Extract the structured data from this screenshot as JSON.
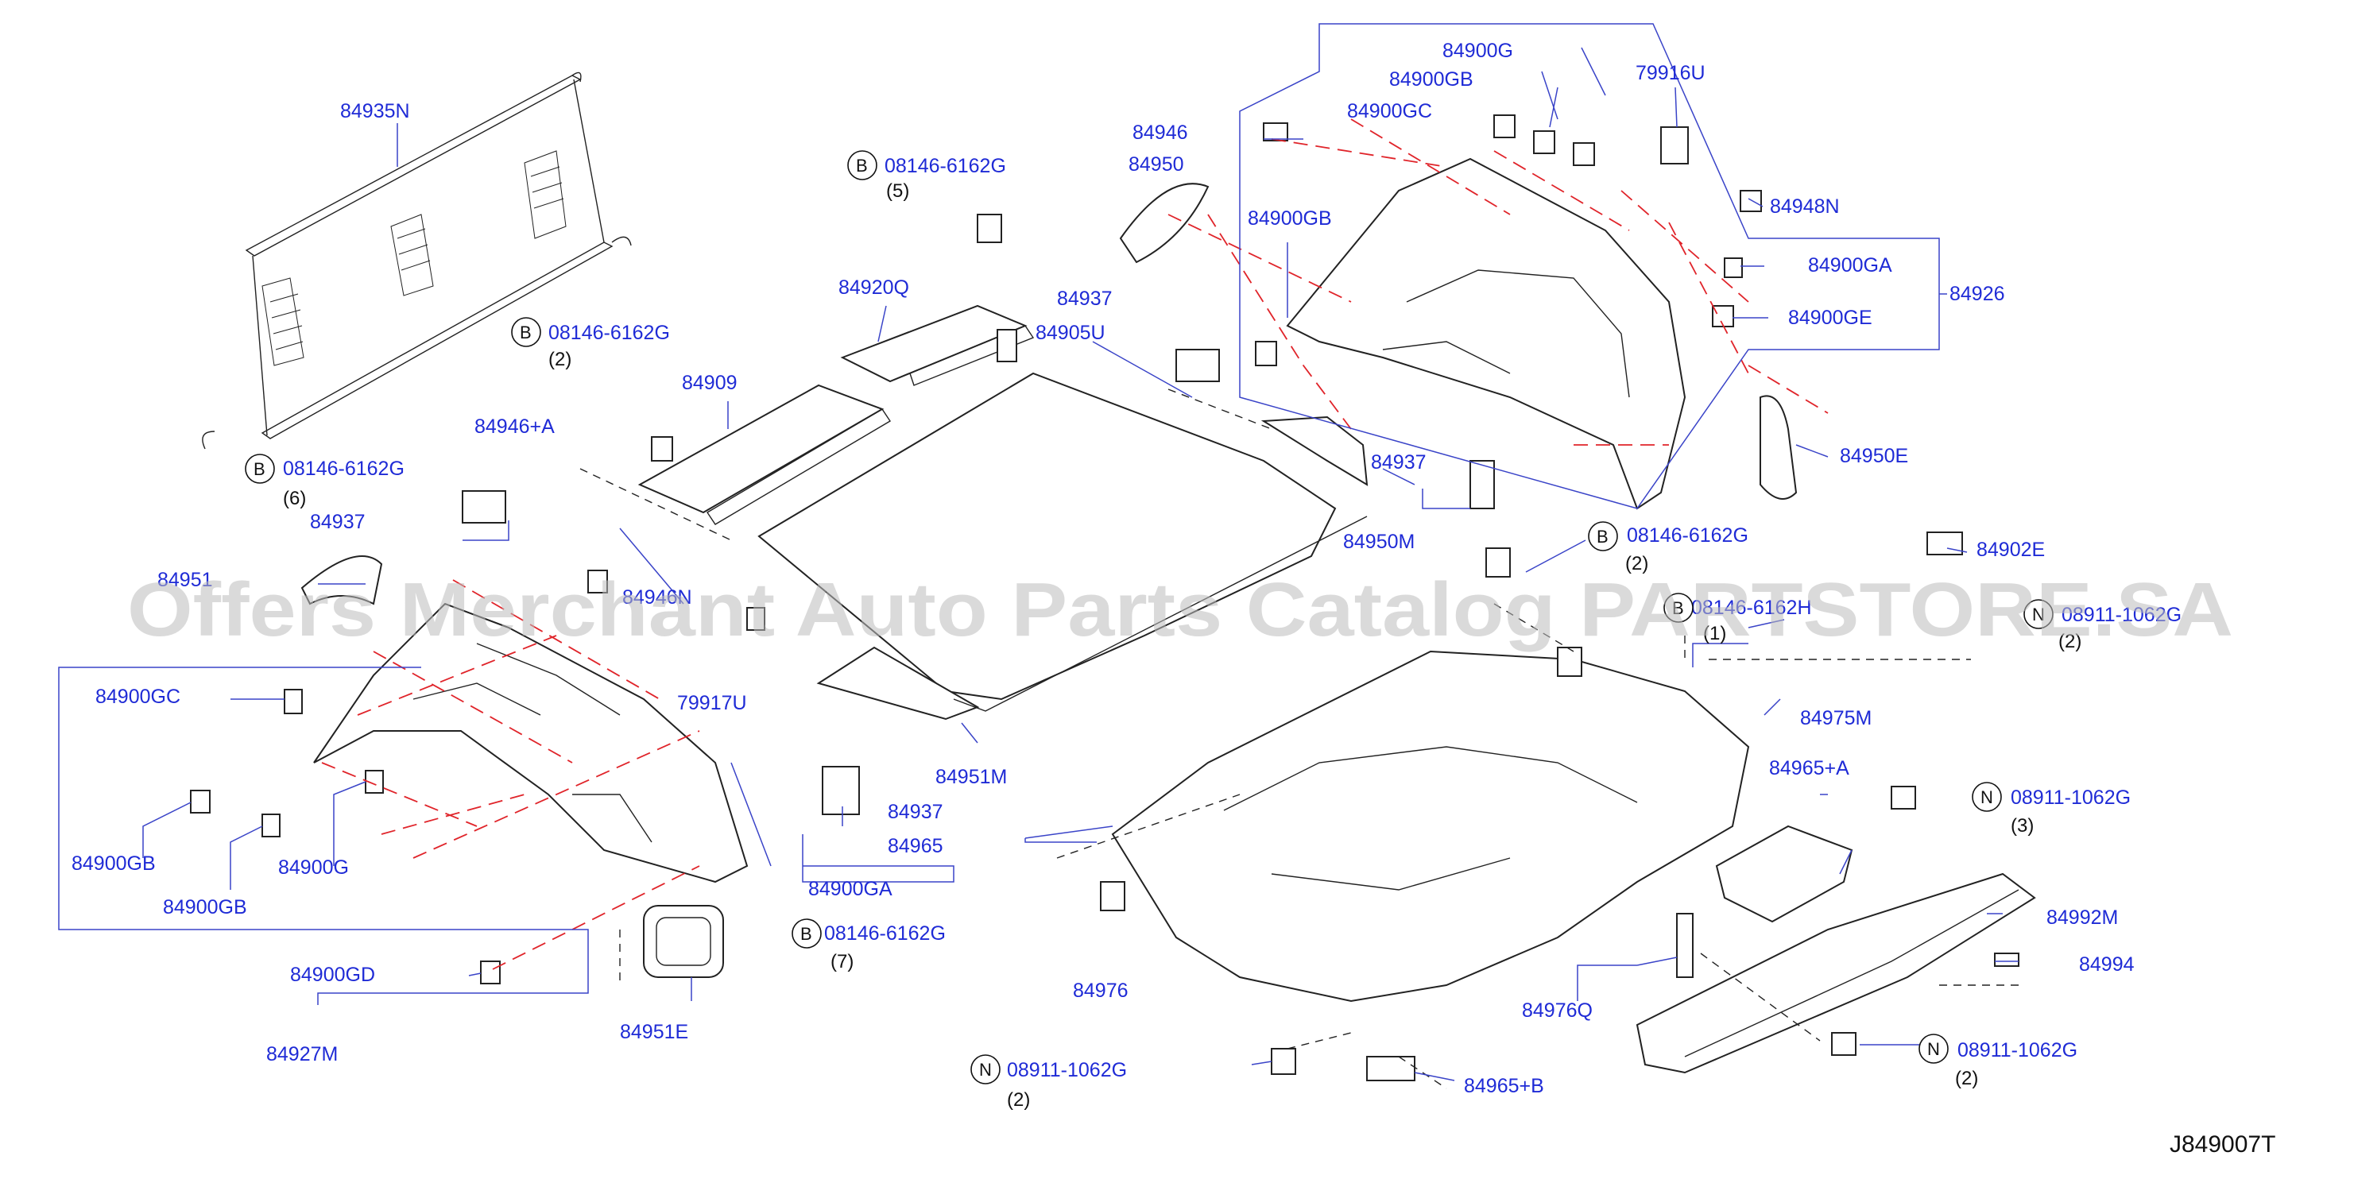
{
  "part_labels": [
    {
      "id": "p1",
      "text": "84935N"
    },
    {
      "id": "p2",
      "text": "08146-6162G"
    },
    {
      "id": "p3",
      "text": "84920Q"
    },
    {
      "id": "p4",
      "text": "08146-6162G"
    },
    {
      "id": "p5",
      "text": "84909"
    },
    {
      "id": "p6",
      "text": "84946+A"
    },
    {
      "id": "p7",
      "text": "08146-6162G"
    },
    {
      "id": "p8",
      "text": "84937"
    },
    {
      "id": "p9",
      "text": "84951"
    },
    {
      "id": "p10",
      "text": "84946N"
    },
    {
      "id": "p11",
      "text": "84900GC"
    },
    {
      "id": "p12",
      "text": "79917U"
    },
    {
      "id": "p13",
      "text": "84900GB"
    },
    {
      "id": "p14",
      "text": "84900G"
    },
    {
      "id": "p15",
      "text": "84900GB"
    },
    {
      "id": "p16",
      "text": "84900GD"
    },
    {
      "id": "p17",
      "text": "84927M"
    },
    {
      "id": "p18",
      "text": "84951E"
    },
    {
      "id": "p19",
      "text": "84937"
    },
    {
      "id": "p20",
      "text": "84965"
    },
    {
      "id": "p21",
      "text": "84900GA"
    },
    {
      "id": "p22",
      "text": "08146-6162G"
    },
    {
      "id": "p23",
      "text": "84951M"
    },
    {
      "id": "p24",
      "text": "84976"
    },
    {
      "id": "p25",
      "text": "08911-1062G"
    },
    {
      "id": "p26",
      "text": "84965+B"
    },
    {
      "id": "p27",
      "text": "84905U"
    },
    {
      "id": "p28",
      "text": "84937"
    },
    {
      "id": "p29",
      "text": "84946"
    },
    {
      "id": "p30",
      "text": "84950"
    },
    {
      "id": "p31",
      "text": "84900GB"
    },
    {
      "id": "p32",
      "text": "84900G"
    },
    {
      "id": "p33",
      "text": "84900GB"
    },
    {
      "id": "p34",
      "text": "84900GC"
    },
    {
      "id": "p35",
      "text": "79916U"
    },
    {
      "id": "p36",
      "text": "84948N"
    },
    {
      "id": "p37",
      "text": "84900GA"
    },
    {
      "id": "p38",
      "text": "84900GE"
    },
    {
      "id": "p39",
      "text": "84926"
    },
    {
      "id": "p40",
      "text": "84950E"
    },
    {
      "id": "p41",
      "text": "84937"
    },
    {
      "id": "p42",
      "text": "84950M"
    },
    {
      "id": "p43",
      "text": "08146-6162G"
    },
    {
      "id": "p44",
      "text": "84902E"
    },
    {
      "id": "p45",
      "text": "08146-6162H"
    },
    {
      "id": "p46",
      "text": "08911-1062G"
    },
    {
      "id": "p47",
      "text": "84975M"
    },
    {
      "id": "p48",
      "text": "84965+A"
    },
    {
      "id": "p49",
      "text": "08911-1062G"
    },
    {
      "id": "p50",
      "text": "84992M"
    },
    {
      "id": "p51",
      "text": "84994"
    },
    {
      "id": "p52",
      "text": "84976Q"
    },
    {
      "id": "p53",
      "text": "08911-1062G"
    }
  ],
  "qty_labels": [
    {
      "id": "q1",
      "text": "(5)"
    },
    {
      "id": "q2",
      "text": "(2)"
    },
    {
      "id": "q3",
      "text": "(6)"
    },
    {
      "id": "q4",
      "text": "(7)"
    },
    {
      "id": "q5",
      "text": "(2)"
    },
    {
      "id": "q6",
      "text": "(2)"
    },
    {
      "id": "q7",
      "text": "(1)"
    },
    {
      "id": "q8",
      "text": "(2)"
    },
    {
      "id": "q9",
      "text": "(3)"
    },
    {
      "id": "q10",
      "text": "(2)"
    }
  ],
  "circle_labels": [
    {
      "id": "c1",
      "text": "B"
    },
    {
      "id": "c2",
      "text": "B"
    },
    {
      "id": "c3",
      "text": "B"
    },
    {
      "id": "c4",
      "text": "B"
    },
    {
      "id": "c5",
      "text": "N"
    },
    {
      "id": "c6",
      "text": "B"
    },
    {
      "id": "c7",
      "text": "B"
    },
    {
      "id": "c8",
      "text": "N"
    },
    {
      "id": "c9",
      "text": "N"
    },
    {
      "id": "c10",
      "text": "N"
    }
  ],
  "diagram_ref": "J849007T",
  "watermark": "Offers Merchant Auto Parts Catalog PARTSTORE.SA",
  "colors": {
    "label": "#1f2bd6",
    "line": "#222222",
    "dashed_red": "#e0242a",
    "watermark": "#bdbdbd"
  }
}
